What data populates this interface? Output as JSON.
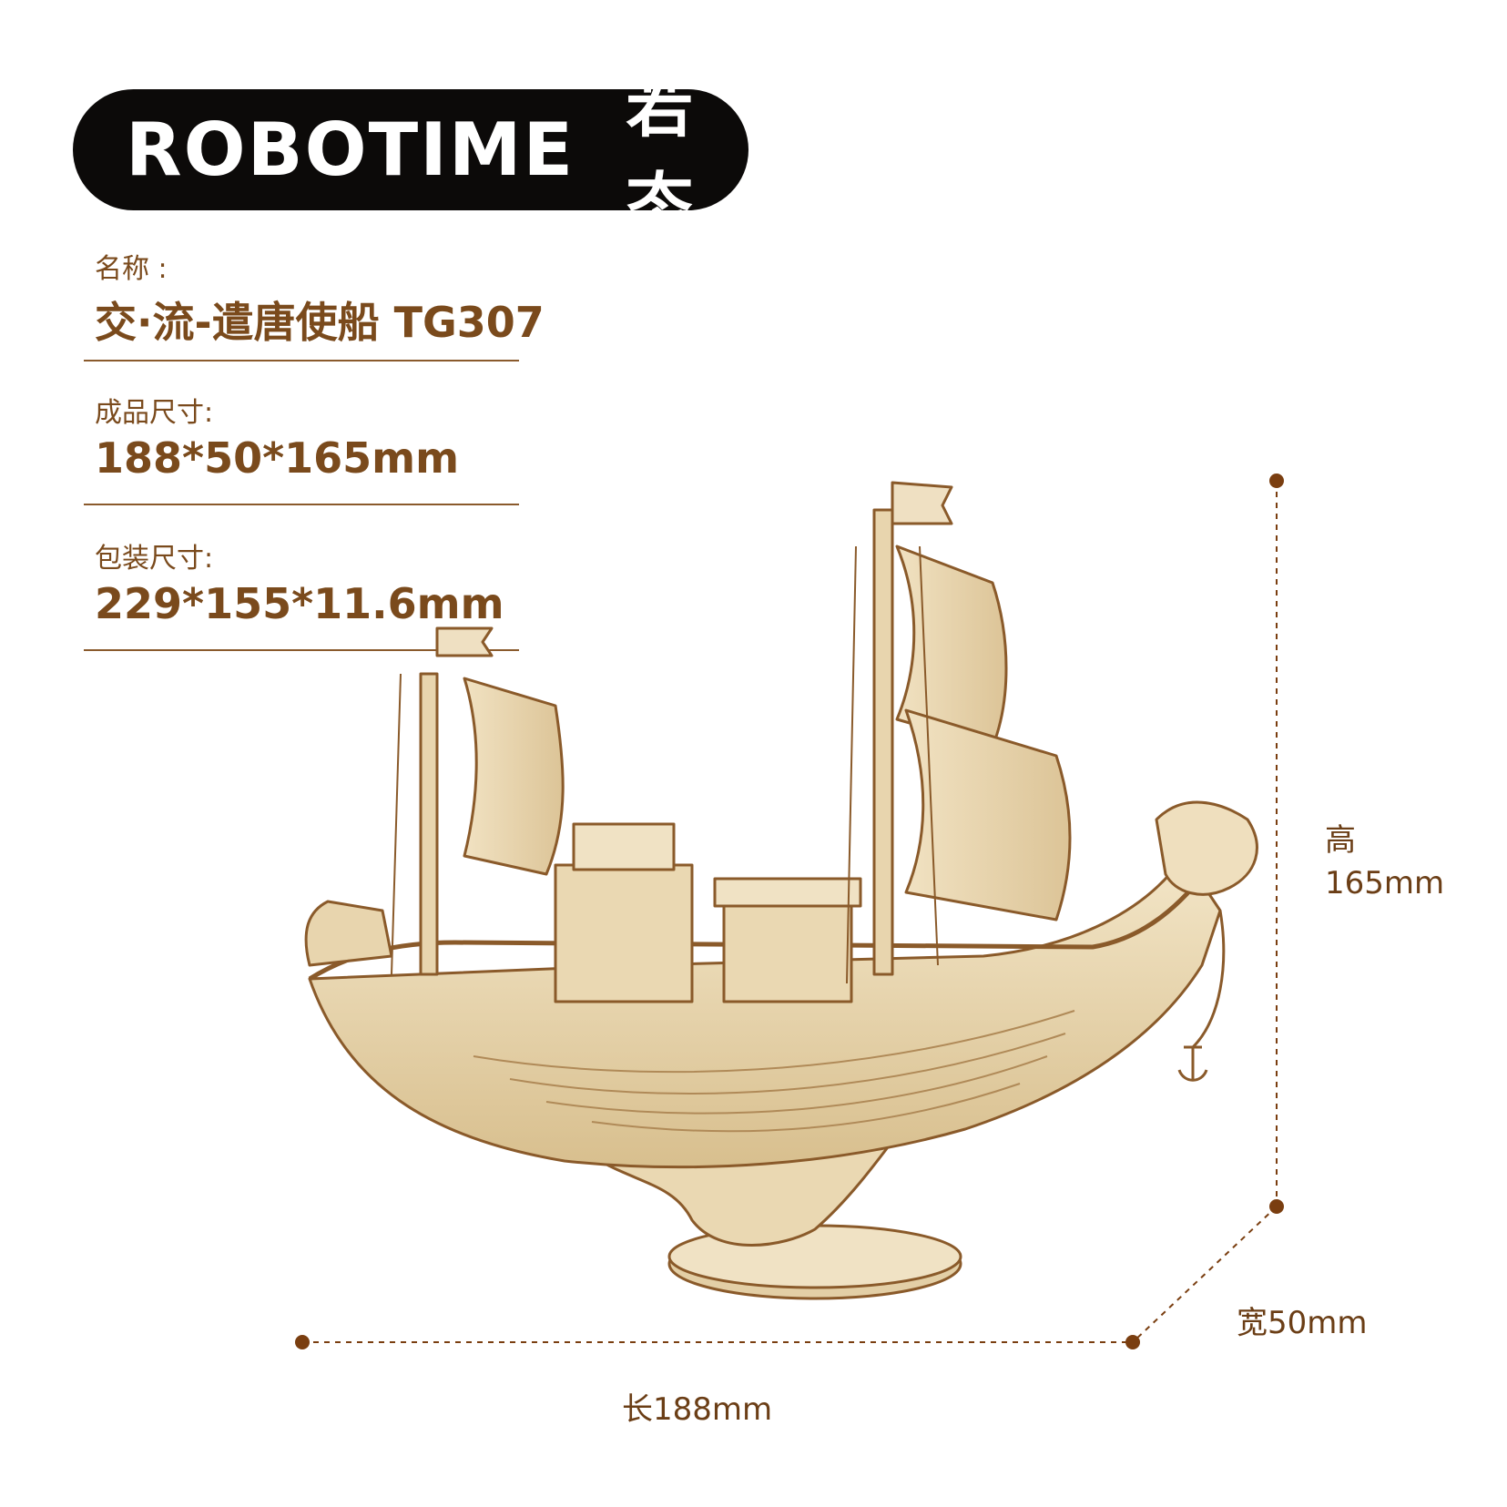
{
  "brand": {
    "name_en": "ROBOTIME",
    "name_cn": "若态"
  },
  "specs": [
    {
      "label": "名称 :",
      "value": "交·流-遣唐使船 TG307"
    },
    {
      "label": "成品尺寸:",
      "value": "188*50*165mm"
    },
    {
      "label": "包装尺寸:",
      "value": "229*155*11.6mm"
    }
  ],
  "dimensions": {
    "height_label": "高",
    "height_value": "165mm",
    "width_label": "宽50mm",
    "length_label": "长188mm"
  },
  "colors": {
    "brand_bg": "#0c0a09",
    "text_brown": "#7a4a1c",
    "dim_line": "#7a3e10",
    "wood_light": "#eedfbe",
    "wood_mid": "#d9c194",
    "wood_edge": "#8a5a2a"
  }
}
